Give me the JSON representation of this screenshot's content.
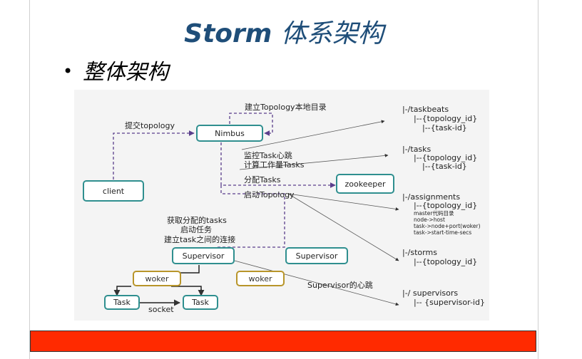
{
  "slide": {
    "title_en": "Storm",
    "title_cn": "体系架构",
    "bullet": "整体架构"
  },
  "diagram": {
    "nodes": {
      "nimbus": "Nimbus",
      "client": "client",
      "zookeeper": "zookeeper",
      "supervisor1": "Supervisor",
      "supervisor2": "Supervisor",
      "worker1": "woker",
      "worker2": "woker",
      "task1": "Task",
      "task2": "Task"
    },
    "labels": {
      "submit": "提交topology",
      "local_dir": "建立Topology本地目录",
      "monitor": "监控Task心跳",
      "calc": "计算工作量Tasks",
      "assign": "分配Tasks",
      "start_topology": "启动Topology",
      "get_tasks": "获取分配的tasks",
      "start_tasks": "启动任务",
      "connect": "建立task之间的连接",
      "heartbeat": "Supervisor的心跳",
      "socket": "socket"
    },
    "zk_tree": {
      "taskbeats": "|-/taskbeats",
      "taskbeats_topo": "|--{topology_id}",
      "taskbeats_task": "|--{task-id}",
      "tasks": "|-/tasks",
      "tasks_topo": "|--{topology_id}",
      "tasks_task": "|--{task-id}",
      "assignments": "|-/assignments",
      "assignments_topo": "|--{topology_id}",
      "assign_detail_1": "master代码目录",
      "assign_detail_2": "node->host",
      "assign_detail_3": "task->node+port(woker)",
      "assign_detail_4": "task->start-time-secs",
      "storms": "|-/storms",
      "storms_topo": "|--{topology_id}",
      "supervisors": "|-/ supervisors",
      "supervisors_id": "|-- {supervisor-id}"
    }
  },
  "colors": {
    "title": "#1f4e79",
    "node_border": "#2f8f8f",
    "worker_border": "#b8952a",
    "dashed_arrow": "#5b3f8c",
    "red_bar": "#ff2a00"
  }
}
